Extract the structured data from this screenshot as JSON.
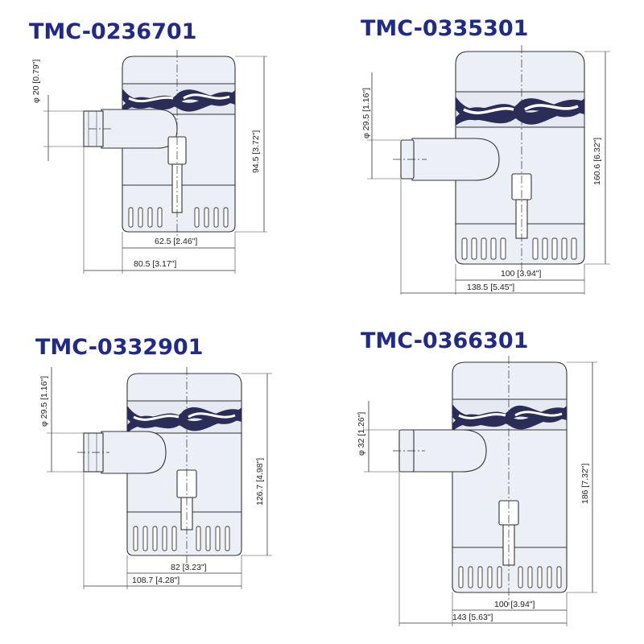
{
  "colors": {
    "title": "#1f2a8a",
    "band_dark": "#2a2d57",
    "band_light": "#e6e8f2",
    "body_fill": "#eceff6"
  },
  "pumps": [
    {
      "model": "TMC-0236701",
      "outlet_diameter": "φ 20 [0.79\"]",
      "height": "94.5 [3.72\"]",
      "base_width": "62.5 [2.46\"]",
      "overall_width": "80.5 [3.17\"]"
    },
    {
      "model": "TMC-0335301",
      "outlet_diameter": "φ 29.5 [1.16\"]",
      "height": "160.6 [6.32\"]",
      "base_width": "100 [3.94\"]",
      "overall_width": "138.5 [5.45\"]"
    },
    {
      "model": "TMC-0332901",
      "outlet_diameter": "φ 29.5 [1.16\"]",
      "height": "126.7 [4.98\"]",
      "base_width": "82 [3.23\"]",
      "overall_width": "108.7 [4.28\"]"
    },
    {
      "model": "TMC-0366301",
      "outlet_diameter": "φ 32 [1.26\"]",
      "height": "186 [7.32\"]",
      "base_width": "100 [3.94\"]",
      "overall_width": "143 [5.63\"]"
    }
  ]
}
